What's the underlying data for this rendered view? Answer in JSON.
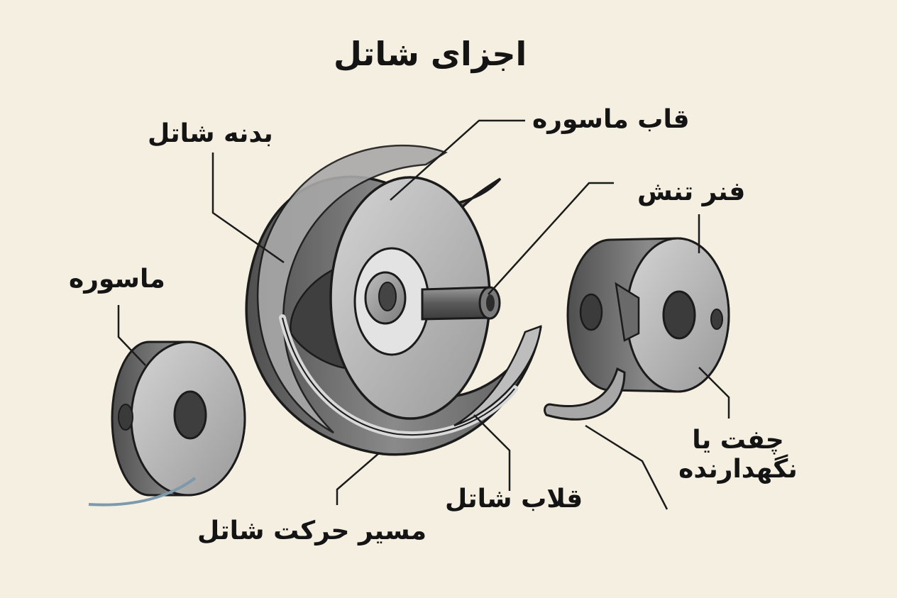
{
  "title": "اجزای شاتل",
  "labels": {
    "shuttle_body": "بدنه شاتل",
    "bobbin_case": "قاب ماسوره",
    "tension_spring": "فنر تنش",
    "bobbin": "ماسوره",
    "latch": "چفت یا نگهدارنده",
    "shuttle_hook": "قلاب شاتل",
    "shuttle_race": "مسیر حرکت شاتل"
  },
  "colors": {
    "background": "#f4efe1",
    "metal": "#8c8c8c",
    "metal_dark": "#5b5b5b",
    "metal_light": "#c9c9c9",
    "ink": "#141414",
    "thread": "#7e98ac"
  }
}
